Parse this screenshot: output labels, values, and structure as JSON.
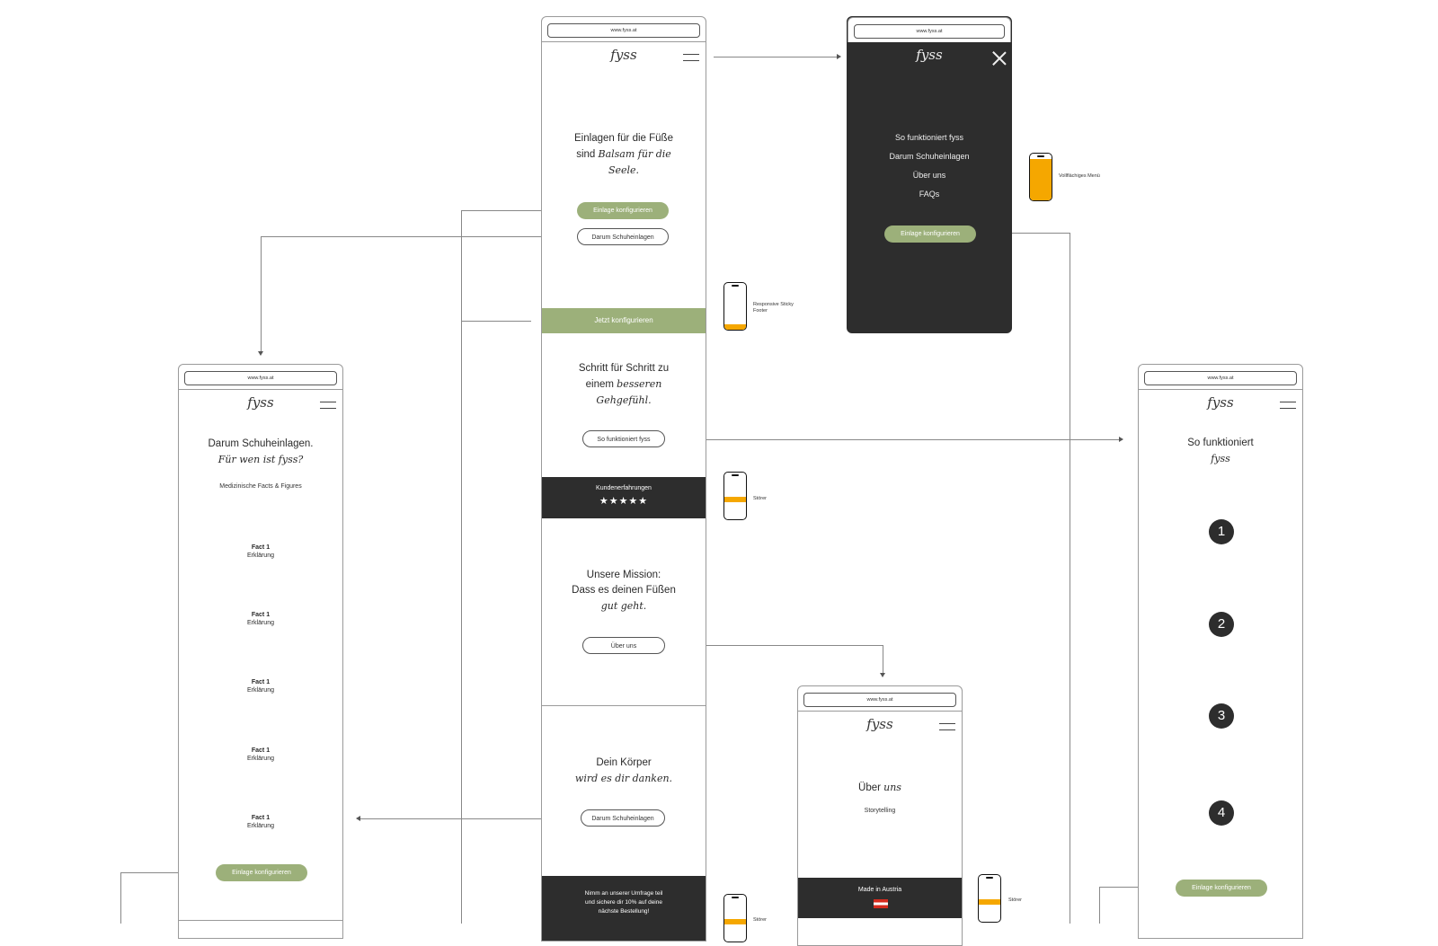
{
  "url": "www.fyss.at",
  "logo": "fyss",
  "home": {
    "hero_line1": "Einlagen für die Füße",
    "hero_line2a": "sind ",
    "hero_line2b": "Balsam für die",
    "hero_line3": "Seele.",
    "btn_configure": "Einlage konfigurieren",
    "btn_why": "Darum Schuheinlagen",
    "sticky_footer": "Jetzt konfigurieren",
    "step_line1": "Schritt für Schritt zu",
    "step_line2a": "einem ",
    "step_line2b": "besseren",
    "step_line3": "Gehgefühl.",
    "btn_how": "So funktioniert fyss",
    "reviews_title": "Kundenerfahrungen",
    "reviews_stars": "★★★★★",
    "mission_line1": "Unsere Mission:",
    "mission_line2": "Dass es deinen Füßen",
    "mission_line3": "gut geht.",
    "btn_about": "Über uns",
    "body_line1": "Dein Körper",
    "body_line2": "wird es dir danken.",
    "btn_why2": "Darum Schuheinlagen",
    "survey_line1": "Nimm an unserer Umfrage teil",
    "survey_line2": "und sichere dir 10% auf deine",
    "survey_line3": "nächste Bestellung!"
  },
  "menu": {
    "items": [
      "So funktioniert fyss",
      "Darum Schuheinlagen",
      "Über uns",
      "FAQs"
    ],
    "btn_configure": "Einlage konfigurieren"
  },
  "why": {
    "title_line1": "Darum Schuheinlagen.",
    "title_line2": "Für wen ist fyss?",
    "subtitle": "Medizinische Facts & Figures",
    "facts": [
      {
        "title": "Fact 1",
        "text": "Erklärung"
      },
      {
        "title": "Fact 1",
        "text": "Erklärung"
      },
      {
        "title": "Fact 1",
        "text": "Erklärung"
      },
      {
        "title": "Fact 1",
        "text": "Erklärung"
      },
      {
        "title": "Fact 1",
        "text": "Erklärung"
      }
    ],
    "btn_configure": "Einlage konfigurieren"
  },
  "how": {
    "title_line1": "So funktioniert",
    "title_line2": "fyss",
    "steps": [
      "1",
      "2",
      "3",
      "4"
    ],
    "btn_configure": "Einlage konfigurieren"
  },
  "about": {
    "title_a": "Über ",
    "title_b": "uns",
    "subtitle": "Storytelling",
    "band": "Made in Austria"
  },
  "notes": {
    "sticky_footer": "Responsive Sticky Footer",
    "menu": "Vollflächiges Menü",
    "stoerer": "Störer"
  },
  "colors": {
    "accent_green": "#9cb07a",
    "dark": "#2d2d2d",
    "highlight_orange": "#f5a700"
  }
}
